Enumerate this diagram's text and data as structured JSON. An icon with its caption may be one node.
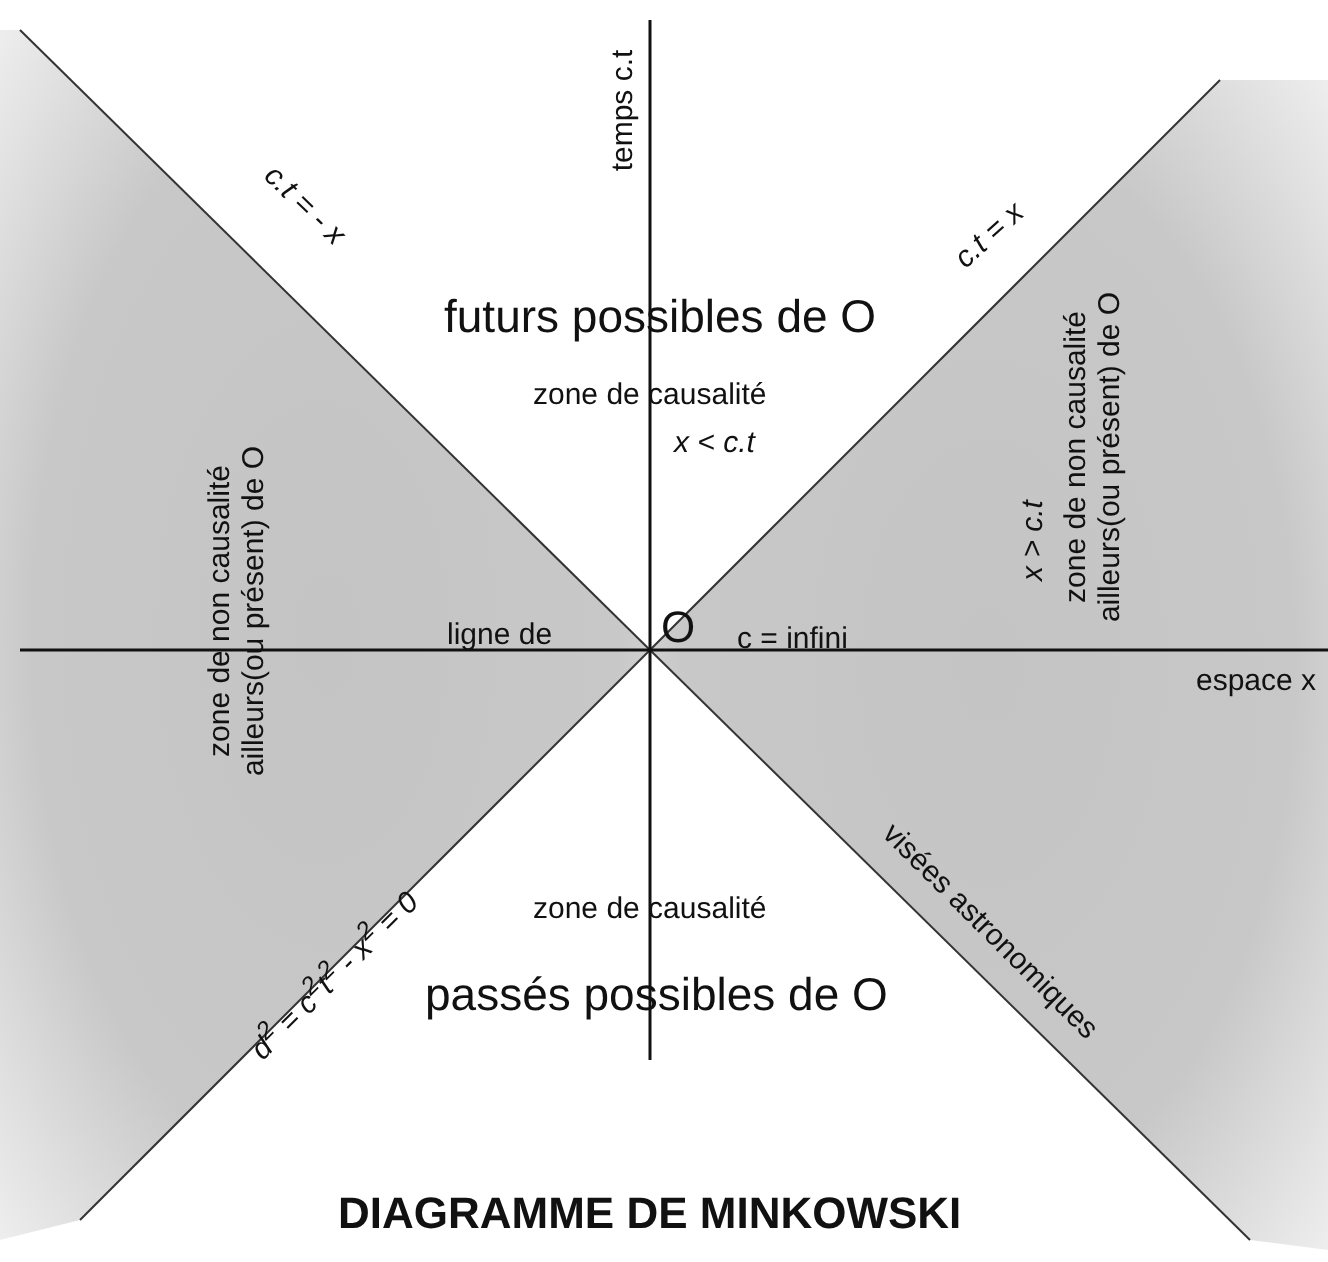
{
  "diagram": {
    "title": "DIAGRAMME DE MINKOWSKI",
    "labels": [
      "temps c.t",
      "c.t = - x",
      "c.t = x",
      "futurs possibles de O",
      "zone de causalité",
      "x < c.t",
      "zone de non causalité ailleurs(ou présent) de O",
      "x > c.t",
      "zone de non causalité ailleurs(ou présent) de O",
      "ligne de",
      "O",
      "c = infini",
      "espace x",
      "d$^{2}$ = c$^{2}$t$^{2}$ - x$^{2}$ = 0",
      "visées astronomiques",
      "zone de causalité",
      "passés possibles de O"
    ]
  }
}
